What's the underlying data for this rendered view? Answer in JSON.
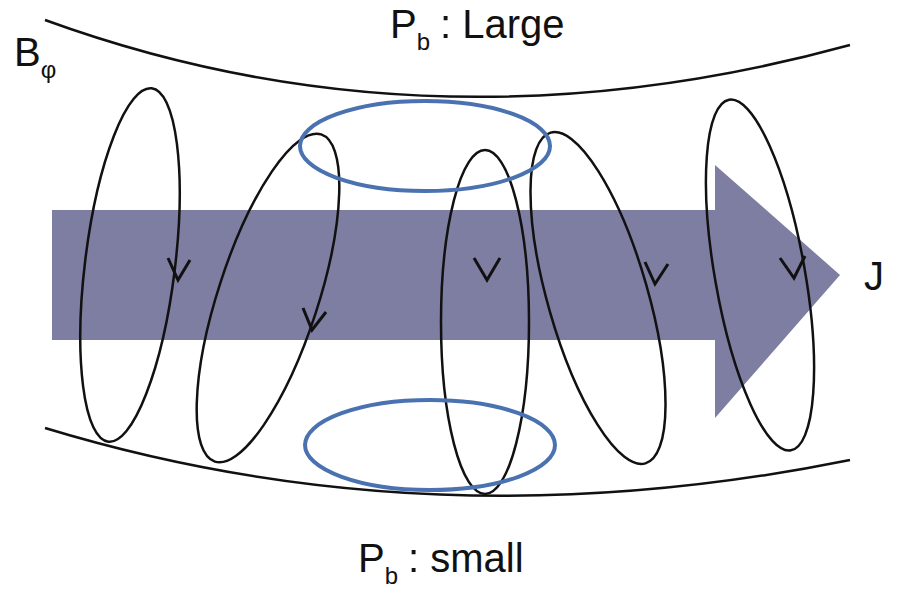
{
  "diagram": {
    "labels": [
      "P",
      "b",
      ": Large",
      "B",
      "φ",
      "J",
      "P",
      "b",
      ": small"
    ]
  }
}
